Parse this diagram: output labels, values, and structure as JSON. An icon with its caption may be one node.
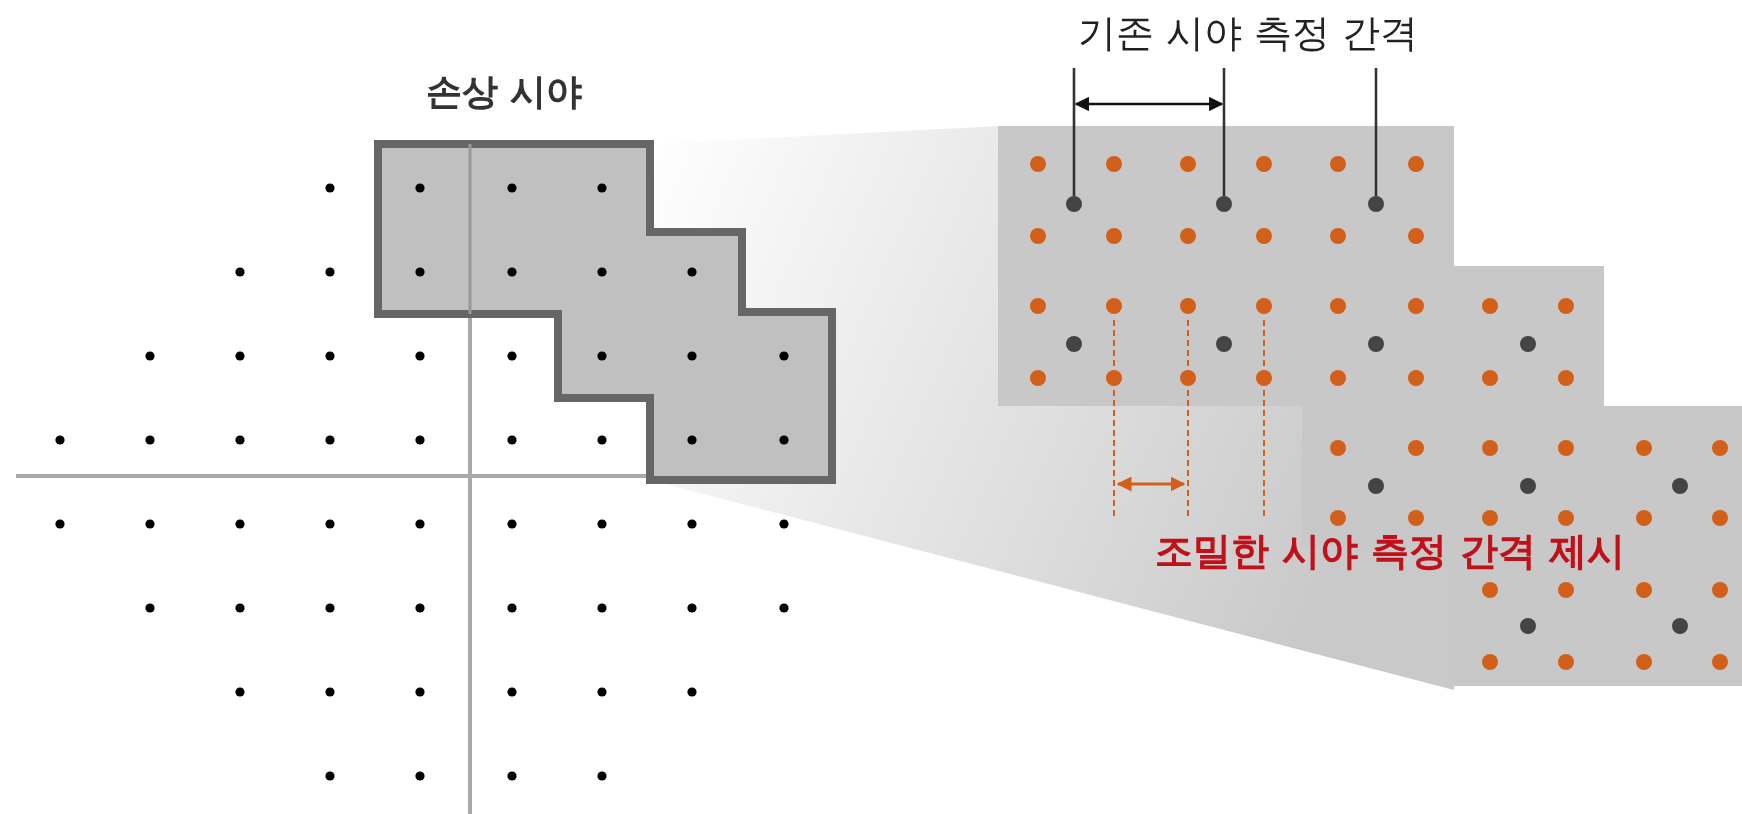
{
  "diagram": {
    "nodes": [
      {
        "text": [
          "손상 시야"
        ]
      },
      {
        "text": [
          "기존 시야 측정 간격"
        ]
      },
      {
        "text": [],
        "shape": "circle"
      },
      {
        "text": [],
        "shape": "circle"
      },
      {
        "text": [],
        "shape": "circle"
      }
    ],
    "edges": [
      {
        "from": 1,
        "to": 2,
        "arrow": "none"
      },
      {
        "from": 1,
        "to": 3,
        "arrow": "none"
      },
      {
        "from": 1,
        "to": 4,
        "arrow": "none"
      }
    ],
    "labels": [
      "조밀한 시야 측정 간격 제시"
    ]
  }
}
